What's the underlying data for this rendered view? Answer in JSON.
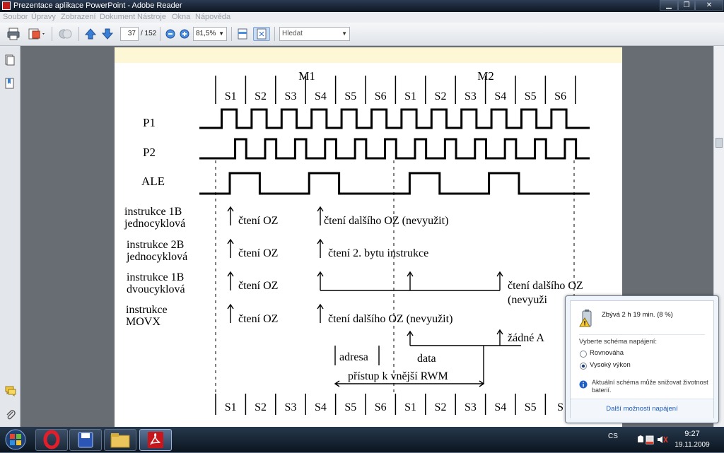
{
  "window": {
    "title": "Prezentace aplikace PowerPoint - Adobe Reader",
    "min_glyph": "▁",
    "max_glyph": "❐",
    "close_glyph": "✕"
  },
  "menu": [
    "Soubor",
    "Úpravy",
    "Zobrazení",
    "Dokument",
    "Nástroje",
    "Okna",
    "Nápověda"
  ],
  "toolbar": {
    "page_current": "37",
    "page_total": "/ 152",
    "zoom": "81,5%",
    "search_placeholder": "Hledat"
  },
  "diagram": {
    "m1": "M1",
    "m2": "M2",
    "states_top": [
      "S1",
      "S2",
      "S3",
      "S4",
      "S5",
      "S6",
      "S1",
      "S2",
      "S3",
      "S4",
      "S5",
      "S6"
    ],
    "states_bottom": [
      "S1",
      "S2",
      "S3",
      "S4",
      "S5",
      "S6",
      "S1",
      "S2",
      "S3",
      "S4",
      "S5",
      "S"
    ],
    "signals": [
      "P1",
      "P2",
      "ALE"
    ],
    "rows": [
      {
        "label1": "instrukce 1B",
        "label2": "jednocyklová"
      },
      {
        "label1": "instrukce 2B",
        "label2": "jednocyklová"
      },
      {
        "label1": "instrukce 1B",
        "label2": "dvoucyklová"
      },
      {
        "label1": "instrukce",
        "label2": "MOVX"
      }
    ],
    "cteni_oz": "čtení OZ",
    "dalsi_oz_nevyuzit": "čtení dalšího OZ (nevyužit)",
    "druhy_byte": "čtení 2. bytu instrukce",
    "dalsi_oz": "čtení dalšího OZ",
    "nevyuzi": "(nevyuži",
    "zadne": "žádné A",
    "adresa": "adresa",
    "data": "data",
    "pristup": "přístup k vnější RWM"
  },
  "battery_popup": {
    "remaining": "Zbývá 2 h 19 min. (8 %)",
    "scheme_title": "Vyberte schéma napájení:",
    "options": [
      "Rovnováha",
      "Vysoký výkon"
    ],
    "selected": "Vysoký výkon",
    "warning": "Aktuální schéma může snižovat životnost baterií.",
    "more_link": "Další možnosti napájení"
  },
  "tray": {
    "language": "CS",
    "time": "9:27",
    "date": "19.11.2009"
  },
  "colors": {
    "link": "#1e5bbf",
    "taskbar": "#15212f",
    "page_strip": "#fdf7d6"
  }
}
